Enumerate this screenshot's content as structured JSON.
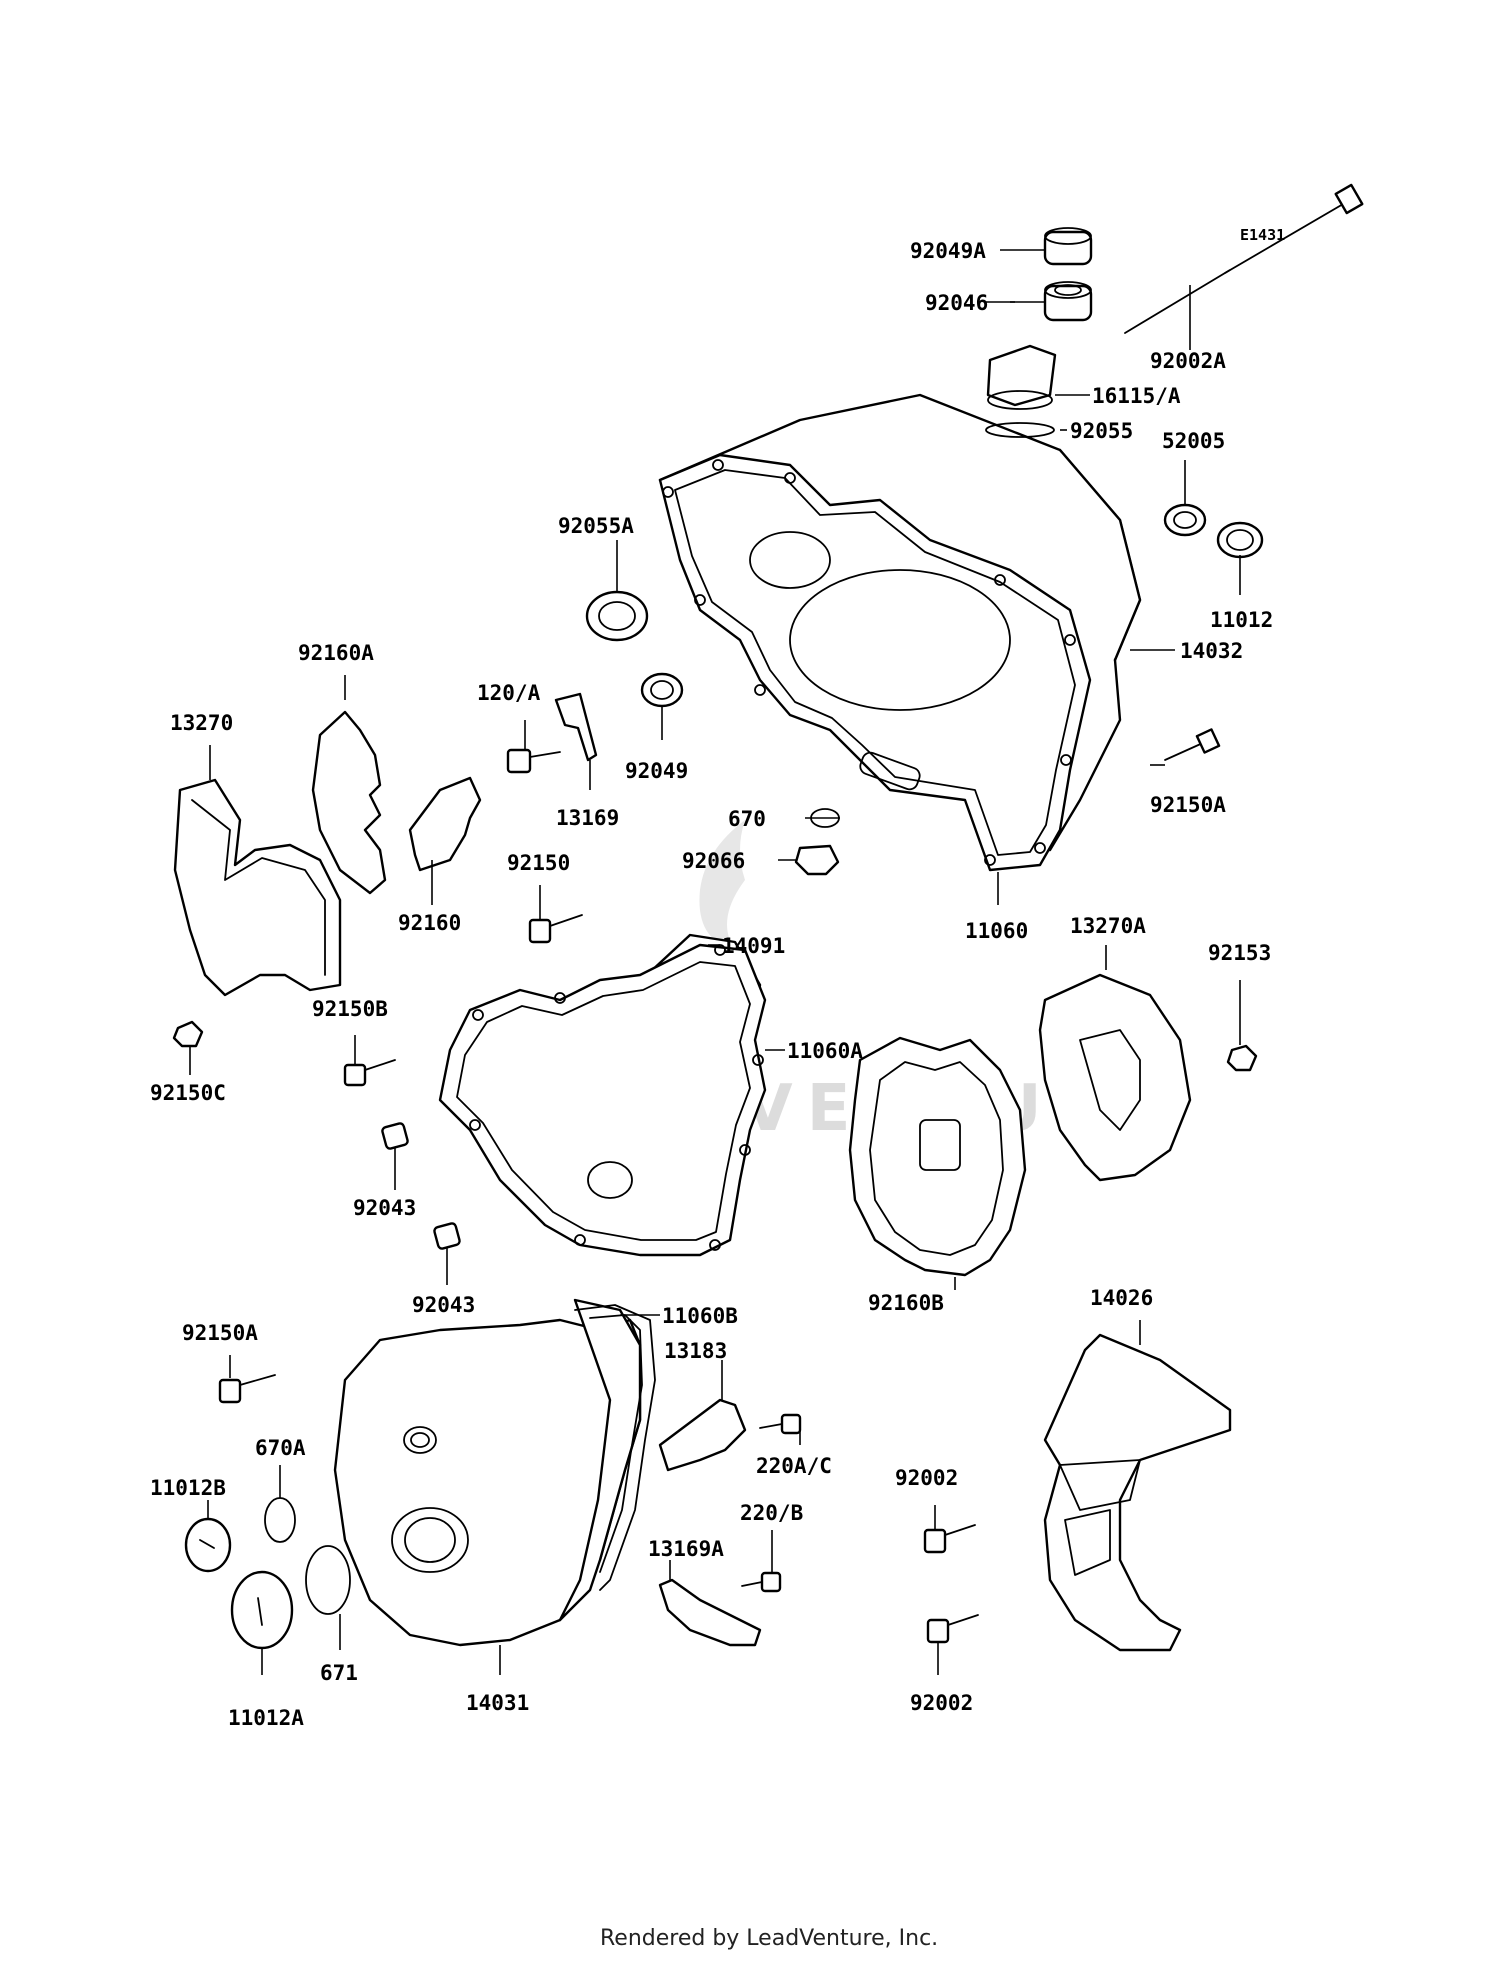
{
  "diagram_code": "E1431",
  "footer_text": "Rendered by LeadVenture, Inc.",
  "watermark_text": "LEADVENTURE",
  "colors": {
    "line": "#000000",
    "background": "#ffffff",
    "watermark": "#d9d9d9"
  },
  "callouts": [
    "92049A",
    "92046",
    "92002A",
    "16115/A",
    "92055",
    "52005",
    "92055A",
    "11012",
    "14032",
    "92160A",
    "13270",
    "120/A",
    "13169",
    "92049",
    "670",
    "92066",
    "92150A",
    "92150",
    "92160",
    "11060",
    "13270A",
    "14091",
    "92153",
    "11060A",
    "92150B",
    "92150C",
    "92043",
    "92043",
    "92160B",
    "14026",
    "11060B",
    "92150A",
    "13183",
    "220A/C",
    "670A",
    "11012B",
    "92002",
    "220/B",
    "13169A",
    "671",
    "14031",
    "11012A",
    "92002"
  ]
}
